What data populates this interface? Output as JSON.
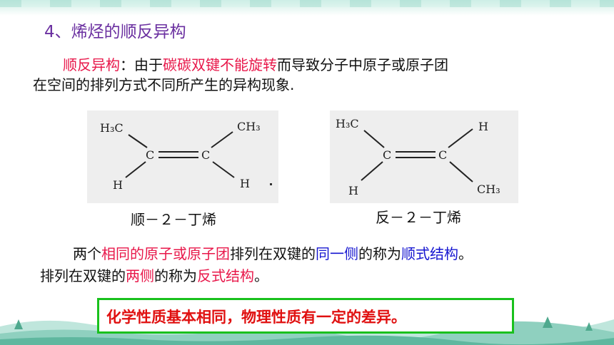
{
  "title": "4、烯烃的顺反异构",
  "definition": {
    "term": "顺反异构",
    "colon": "：由于",
    "key": "碳碳双键不能旋转",
    "rest1": "而导致分子中原子或原子团",
    "line2": "在空间的排列方式不同所产生的异构现象."
  },
  "molecules": {
    "cis": {
      "caption": "顺－２－丁烯",
      "left_top": "H₃C",
      "right_top": "CH₃",
      "left_bottom": "H",
      "right_bottom": "H",
      "c_left": "C",
      "c_right": "C"
    },
    "trans": {
      "caption": "反－２－丁烯",
      "left_top": "H₃C",
      "right_top": "H",
      "left_bottom": "H",
      "right_bottom": "CH₃",
      "c_left": "C",
      "c_right": "C"
    }
  },
  "explanation": {
    "p1": "两个",
    "p2": "相同的原子或原子团",
    "p3": "排列在双键的",
    "p4": "同一侧",
    "p5": "的称为",
    "p6": "顺式结构",
    "p7": "。",
    "q1": "排列在双键的",
    "q2": "两侧",
    "q3": "的称为",
    "q4": "反式结构",
    "q5": "。"
  },
  "conclusion": "化学性质基本相同，物理性质有一定的差异。",
  "colors": {
    "title": "#6a2fa0",
    "highlight_red": "#e8174a",
    "highlight_blue": "#1515d0",
    "callout_border": "#19c11d",
    "callout_text": "#e01010"
  }
}
